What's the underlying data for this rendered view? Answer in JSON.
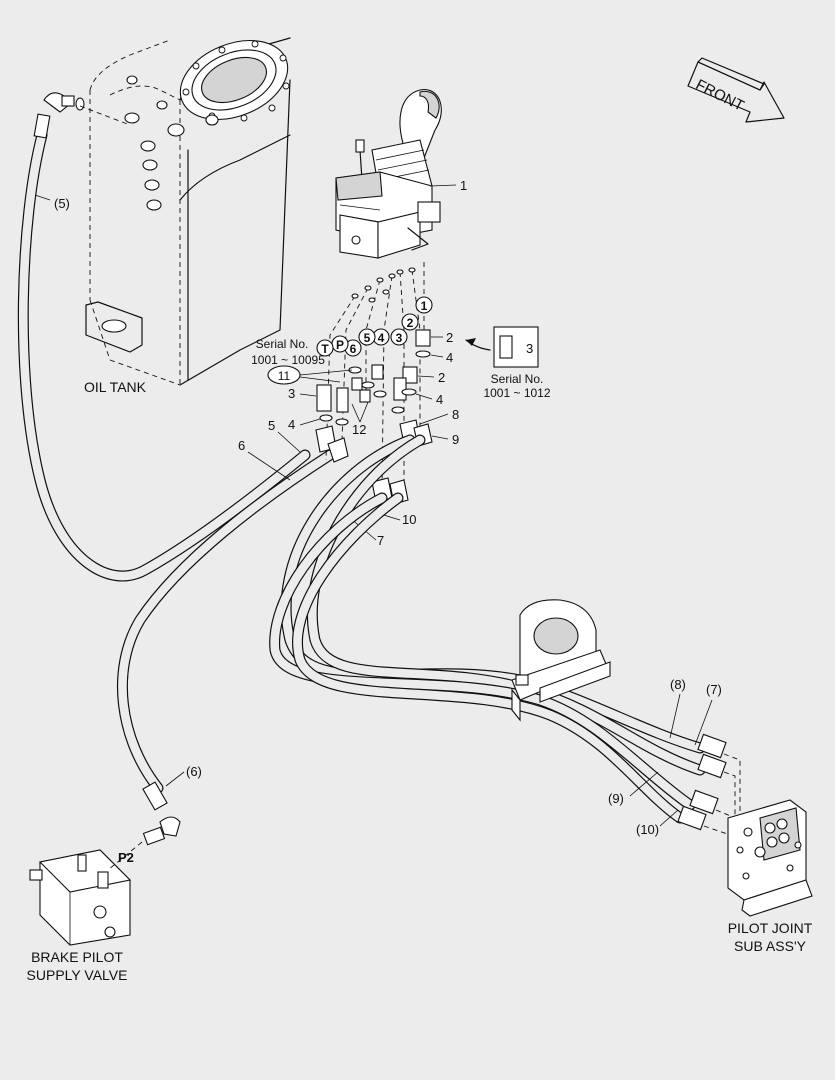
{
  "labels": {
    "front": "FRONT",
    "oil_tank": "OIL TANK",
    "brake_valve_line1": "BRAKE PILOT",
    "brake_valve_line2": "SUPPLY VALVE",
    "pilot_joint_line1": "PILOT JOINT",
    "pilot_joint_line2": "SUB ASS'Y",
    "serial_left_line1": "Serial No.",
    "serial_left_line2": "1001 ~ 10095",
    "serial_right_line1": "Serial No.",
    "serial_right_line2": "1001 ~ 1012",
    "port_p2": "P2"
  },
  "circled_ports": [
    "1",
    "2",
    "3",
    "4",
    "5",
    "6",
    "P",
    "T"
  ],
  "callouts": {
    "c1": "1",
    "c2a": "2",
    "c2b": "2",
    "c3a": "3",
    "c3b": "3",
    "c4a": "4",
    "c4b": "4",
    "c4c": "4",
    "c5": "5",
    "c6": "6",
    "c7": "7",
    "c8": "8",
    "c9": "9",
    "c10": "10",
    "c11": "11",
    "c12": "12",
    "h5_top": "(5)",
    "h6_bottom": "(6)",
    "h7": "(7)",
    "h8": "(8)",
    "h9": "(9)",
    "h10": "(10)"
  }
}
